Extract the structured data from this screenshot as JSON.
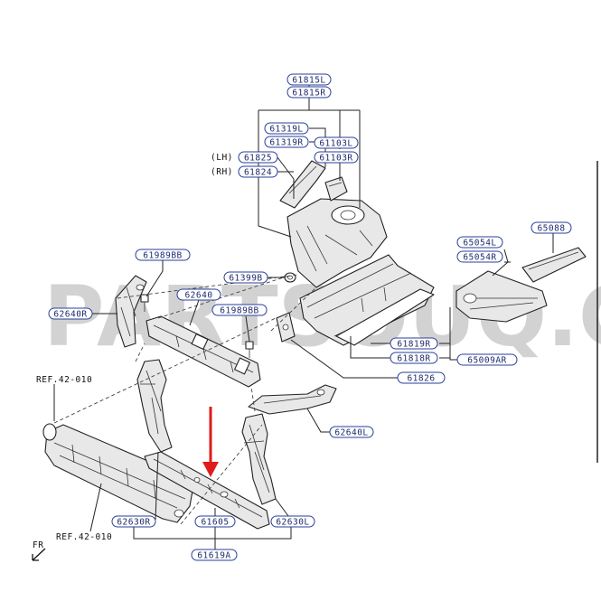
{
  "watermark": "PARTSOUQ.COM",
  "callouts": {
    "c61815l": "61815L",
    "c61815r": "61815R",
    "c61319l": "61319L",
    "c61319r": "61319R",
    "c61103l": "61103L",
    "c61103r": "61103R",
    "c61825": "61825",
    "c61824": "61824",
    "c61989b_top": "61989BB",
    "c61399b": "61399B",
    "c62640": "62640",
    "c61989b_mid": "61989BB",
    "c62640r": "62640R",
    "c65054l": "65054L",
    "c65054r": "65054R",
    "c65088": "65088",
    "c61819r": "61819R",
    "c61818r": "61818R",
    "c65009ar": "65009AR",
    "c61826": "61826",
    "c62640l": "62640L",
    "c62630r": "62630R",
    "c61605": "61605",
    "c62630l": "62630L",
    "c61619a": "61619A"
  },
  "side_labels": {
    "lh": "(LH)",
    "rh": "(RH)"
  },
  "refs": {
    "ref_top": "REF.42-010",
    "ref_bottom": "REF.42-010"
  },
  "front_marker": "FR",
  "colors": {
    "callout_border": "#2a3f9a",
    "arrow": "#e01b1b",
    "watermark": "#d2d2d2"
  }
}
